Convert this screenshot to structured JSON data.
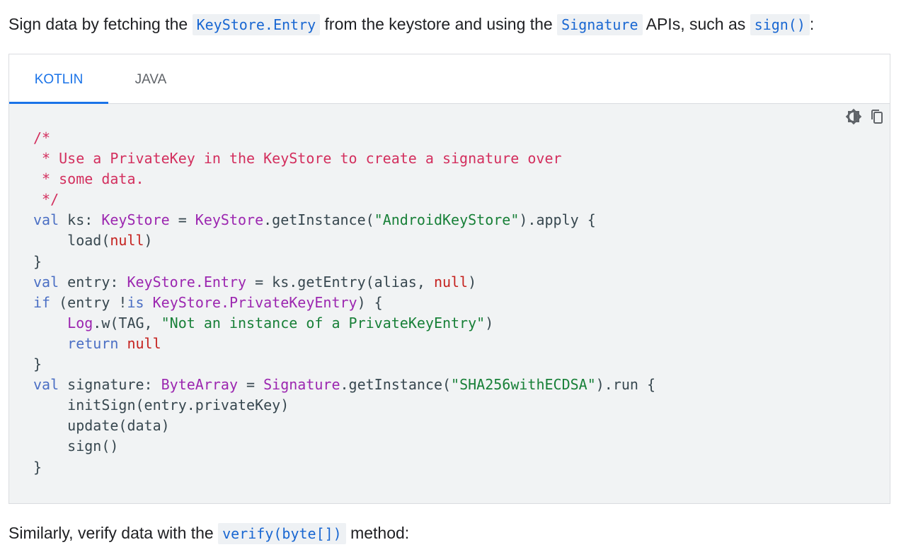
{
  "intro": {
    "t1": "Sign data by fetching the ",
    "c1": "KeyStore.Entry",
    "t2": " from the keystore and using the ",
    "c2": "Signature",
    "t3": " APIs, such as ",
    "c3": "sign()",
    "t4": ":"
  },
  "tabs": [
    {
      "label": "KOTLIN",
      "active": true
    },
    {
      "label": "JAVA",
      "active": false
    }
  ],
  "toolbar": {
    "theme_icon": "brightness-icon",
    "copy_icon": "copy-icon"
  },
  "code": {
    "lines": [
      [
        {
          "t": "/*",
          "c": "com"
        }
      ],
      [
        {
          "t": " * Use a PrivateKey in the KeyStore to create a signature over",
          "c": "com"
        }
      ],
      [
        {
          "t": " * some data.",
          "c": "com"
        }
      ],
      [
        {
          "t": " */",
          "c": "com"
        }
      ],
      [
        {
          "t": "val",
          "c": "kw"
        },
        {
          "t": " ks: ",
          "c": ""
        },
        {
          "t": "KeyStore",
          "c": "type"
        },
        {
          "t": " = ",
          "c": ""
        },
        {
          "t": "KeyStore",
          "c": "type"
        },
        {
          "t": ".getInstance(",
          "c": ""
        },
        {
          "t": "\"AndroidKeyStore\"",
          "c": "str"
        },
        {
          "t": ").apply {",
          "c": ""
        }
      ],
      [
        {
          "t": "    load(",
          "c": ""
        },
        {
          "t": "null",
          "c": "lit"
        },
        {
          "t": ")",
          "c": ""
        }
      ],
      [
        {
          "t": "}",
          "c": ""
        }
      ],
      [
        {
          "t": "val",
          "c": "kw"
        },
        {
          "t": " entry: ",
          "c": ""
        },
        {
          "t": "KeyStore.Entry",
          "c": "type"
        },
        {
          "t": " = ks.getEntry(alias, ",
          "c": ""
        },
        {
          "t": "null",
          "c": "lit"
        },
        {
          "t": ")",
          "c": ""
        }
      ],
      [
        {
          "t": "if",
          "c": "kw"
        },
        {
          "t": " (entry !",
          "c": ""
        },
        {
          "t": "is",
          "c": "kw"
        },
        {
          "t": " ",
          "c": ""
        },
        {
          "t": "KeyStore.PrivateKeyEntry",
          "c": "type"
        },
        {
          "t": ") {",
          "c": ""
        }
      ],
      [
        {
          "t": "    ",
          "c": ""
        },
        {
          "t": "Log",
          "c": "type"
        },
        {
          "t": ".w(TAG, ",
          "c": ""
        },
        {
          "t": "\"Not an instance of a PrivateKeyEntry\"",
          "c": "str"
        },
        {
          "t": ")",
          "c": ""
        }
      ],
      [
        {
          "t": "    ",
          "c": ""
        },
        {
          "t": "return",
          "c": "kw"
        },
        {
          "t": " ",
          "c": ""
        },
        {
          "t": "null",
          "c": "lit"
        }
      ],
      [
        {
          "t": "}",
          "c": ""
        }
      ],
      [
        {
          "t": "val",
          "c": "kw"
        },
        {
          "t": " signature: ",
          "c": ""
        },
        {
          "t": "ByteArray",
          "c": "type"
        },
        {
          "t": " = ",
          "c": ""
        },
        {
          "t": "Signature",
          "c": "type"
        },
        {
          "t": ".getInstance(",
          "c": ""
        },
        {
          "t": "\"SHA256withECDSA\"",
          "c": "str"
        },
        {
          "t": ").run {",
          "c": ""
        }
      ],
      [
        {
          "t": "    initSign(entry.privateKey)",
          "c": ""
        }
      ],
      [
        {
          "t": "    update(data)",
          "c": ""
        }
      ],
      [
        {
          "t": "    sign()",
          "c": ""
        }
      ],
      [
        {
          "t": "}",
          "c": ""
        }
      ]
    ]
  },
  "outro": {
    "t1": "Similarly, verify data with the ",
    "c1": "verify(byte[])",
    "t2": " method:"
  }
}
